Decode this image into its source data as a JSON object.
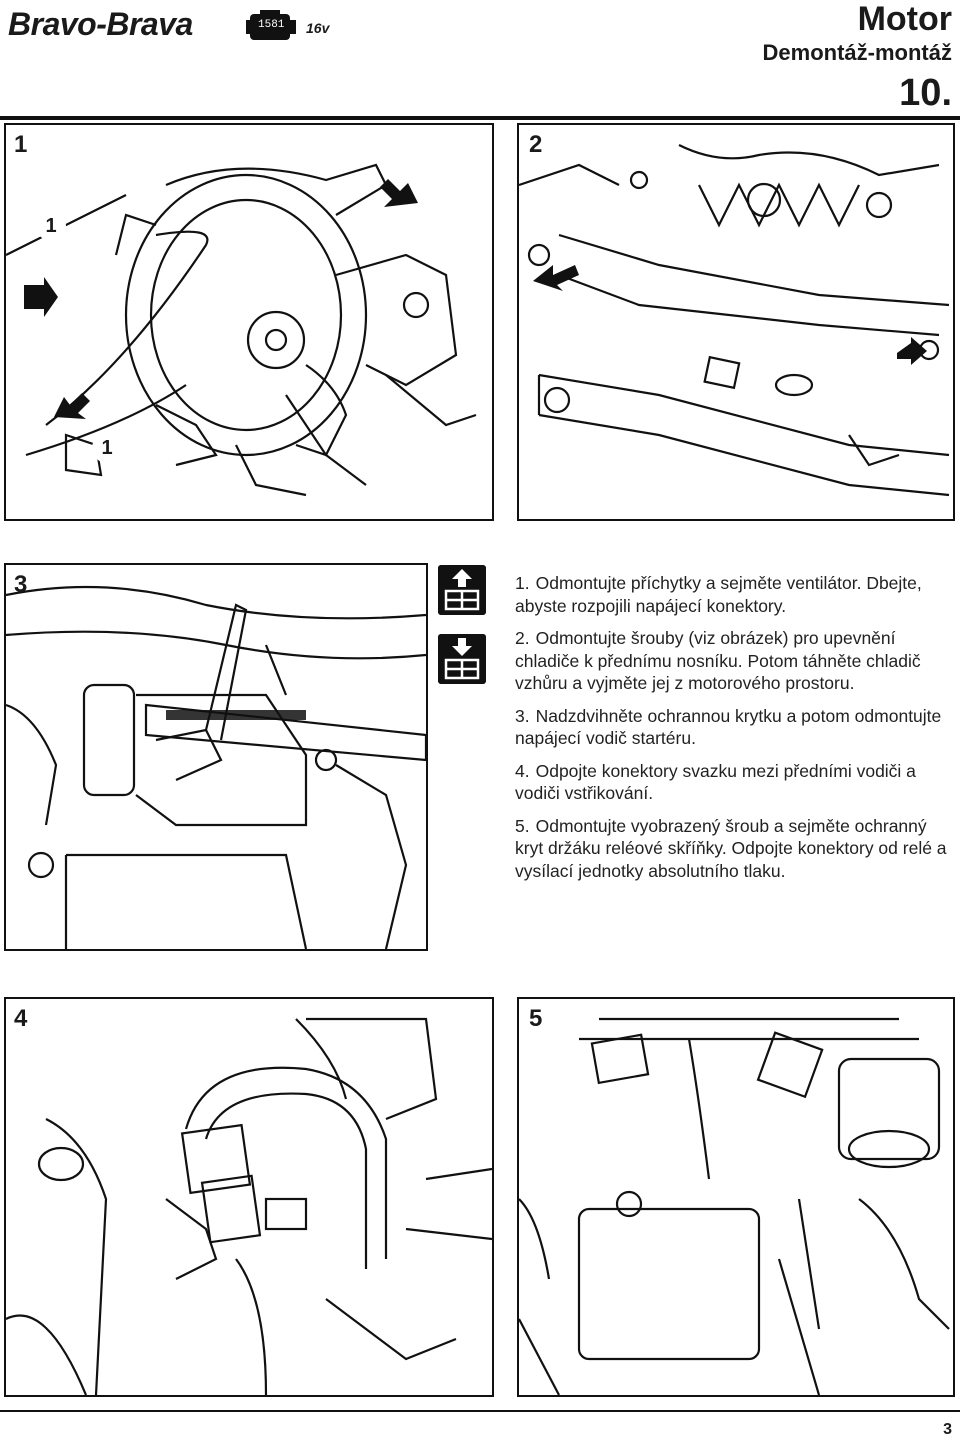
{
  "header": {
    "brand": "Bravo-Brava",
    "engine_code": "1581",
    "engine_spec": "16v",
    "section_title": "Motor",
    "section_subtitle": "Demontáž-montáž",
    "section_number": "10."
  },
  "figures": [
    {
      "number": "1",
      "callouts": [
        "1",
        "1"
      ],
      "icon": "radiator-fan-drawing"
    },
    {
      "number": "2",
      "icon": "radiator-mounting-drawing"
    },
    {
      "number": "3",
      "icon": "starter-motor-drawing"
    },
    {
      "number": "4",
      "icon": "wiring-connector-drawing"
    },
    {
      "number": "5",
      "icon": "relay-box-drawing"
    }
  ],
  "icons": {
    "removal": "removal-icon",
    "installation": "installation-icon"
  },
  "steps": [
    {
      "n": "1.",
      "text": "Odmontujte příchytky a sejměte ventilátor. Dbejte, abyste rozpojili napájecí konektory."
    },
    {
      "n": "2.",
      "text": "Odmontujte šrouby (viz obrázek) pro upevnění chladiče k přednímu nosníku. Potom táhněte chladič vzhůru a vyjměte jej z motorového prostoru."
    },
    {
      "n": "3.",
      "text": "Nadzdvihněte ochrannou krytku a potom odmontujte napájecí vodič startéru."
    },
    {
      "n": "4.",
      "text": "Odpojte konektory svazku mezi předními vodiči a vodiči vstřikování."
    },
    {
      "n": "5.",
      "text": "Odmontujte vyobrazený šroub a sejměte ochranný kryt držáku reléové skříňky. Odpojte konektory od relé a vysílací jednotky absolutního tlaku."
    }
  ],
  "footer": {
    "page_number": "3"
  }
}
